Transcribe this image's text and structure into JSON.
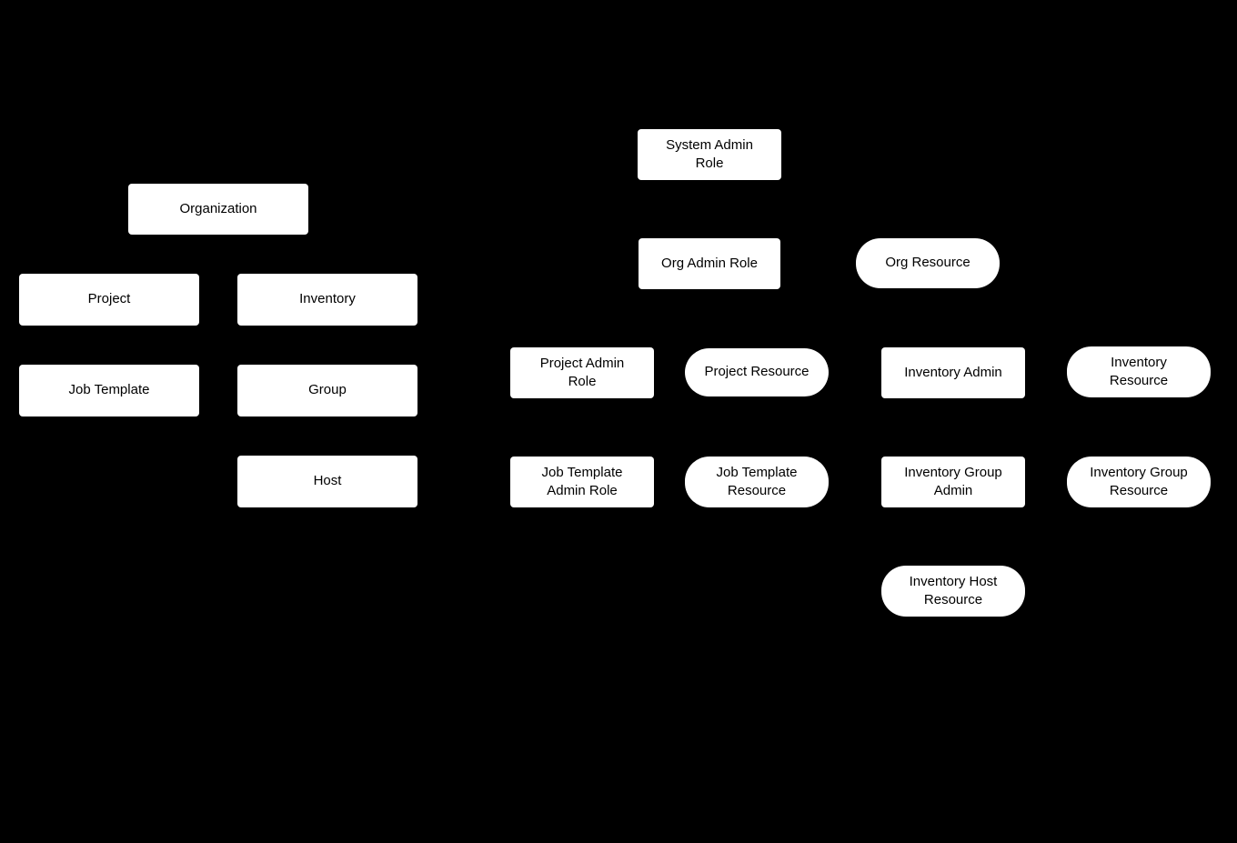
{
  "canvas": {
    "background_color": "#000000",
    "node_fill_color": "#ffffff",
    "node_text_color": "#000000"
  },
  "nodes": {
    "organization": {
      "label": "Organization",
      "shape": "rectangle"
    },
    "project": {
      "label": "Project",
      "shape": "rectangle"
    },
    "inventory": {
      "label": "Inventory",
      "shape": "rectangle"
    },
    "job_template": {
      "label": "Job Template",
      "shape": "rectangle"
    },
    "group": {
      "label": "Group",
      "shape": "rectangle"
    },
    "host": {
      "label": "Host",
      "shape": "rectangle"
    },
    "system_admin_role": {
      "label": "System Admin\nRole",
      "shape": "rectangle"
    },
    "org_admin_role": {
      "label": "Org Admin Role",
      "shape": "rectangle"
    },
    "org_resource": {
      "label": "Org Resource",
      "shape": "rounded"
    },
    "project_admin_role": {
      "label": "Project Admin\nRole",
      "shape": "rectangle"
    },
    "project_resource": {
      "label": "Project Resource",
      "shape": "rounded"
    },
    "inventory_admin": {
      "label": "Inventory Admin",
      "shape": "rectangle"
    },
    "inventory_resource": {
      "label": "Inventory\nResource",
      "shape": "rounded"
    },
    "job_template_admin_role": {
      "label": "Job Template\nAdmin Role",
      "shape": "rectangle"
    },
    "job_template_resource": {
      "label": "Job Template\nResource",
      "shape": "rounded"
    },
    "inventory_group_admin": {
      "label": "Inventory Group\nAdmin",
      "shape": "rectangle"
    },
    "inventory_group_resource": {
      "label": "Inventory Group\nResource",
      "shape": "rounded"
    },
    "inventory_host_resource": {
      "label": "Inventory Host\nResource",
      "shape": "rounded"
    }
  }
}
